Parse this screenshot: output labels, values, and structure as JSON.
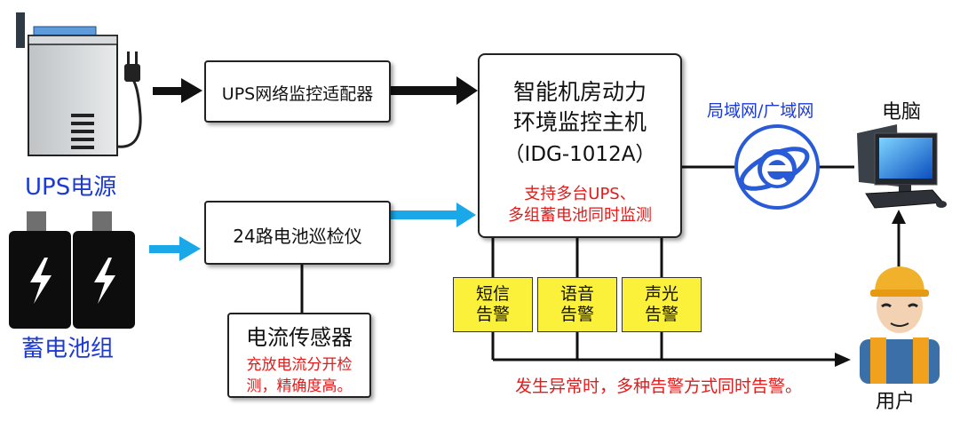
{
  "ups": {
    "label": "UPS电源"
  },
  "battery": {
    "label": "蓄电池组"
  },
  "adapter": {
    "label": "UPS网络监控适配器"
  },
  "inspector": {
    "label": "24路电池巡检仪"
  },
  "sensor": {
    "title": "电流传感器",
    "note_line1": "充放电流分开检",
    "note_line2": "测，精确度高。"
  },
  "host": {
    "title_line1": "智能机房动力",
    "title_line2": "环境监控主机",
    "model": "（IDG-1012A）",
    "note_line1": "支持多台UPS、",
    "note_line2": "多组蓄电池同时监测"
  },
  "alarms": [
    {
      "line1": "短信",
      "line2": "告警"
    },
    {
      "line1": "语音",
      "line2": "告警"
    },
    {
      "line1": "声光",
      "line2": "告警"
    }
  ],
  "network": {
    "label": "局域网/广域网"
  },
  "computer": {
    "label": "电脑"
  },
  "user": {
    "label": "用户"
  },
  "alarm_note": "发生异常时，多种告警方式同时告警。",
  "colors": {
    "accent_red": "#e31b1b",
    "accent_blue": "#1c3bd6",
    "cyan_arrow": "#1aa8e8",
    "alarm_yellow": "#fbf13a"
  }
}
